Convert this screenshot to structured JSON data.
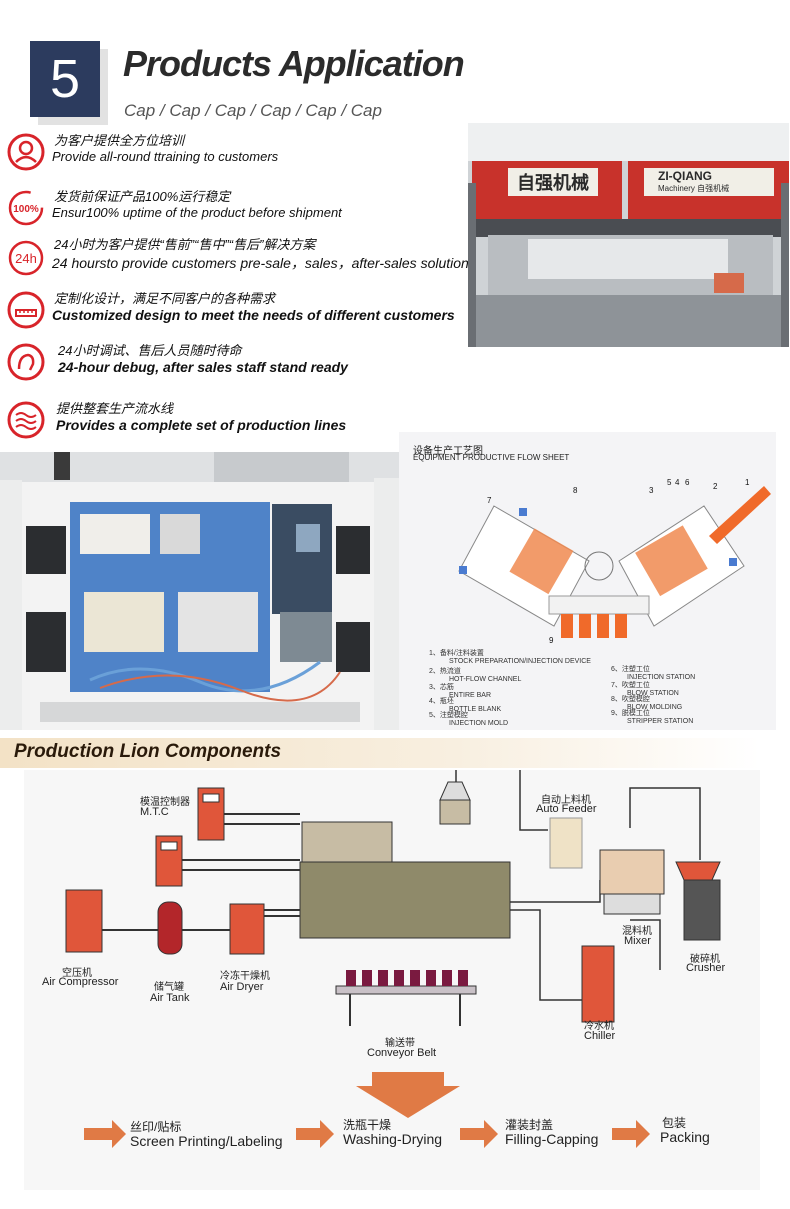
{
  "header": {
    "number": "5",
    "title": "Products Application",
    "subtitle": "Cap / Cap / Cap / Cap / Cap / Cap"
  },
  "features": [
    {
      "icon": "training-icon",
      "cn": "为客户提供全方位培训",
      "en": "Provide all-round ttraining to customers"
    },
    {
      "icon": "percent-100-icon",
      "cn": "发货前保证产品100%运行稳定",
      "en": "Ensur100% uptime of the product before shipment"
    },
    {
      "icon": "24h-icon",
      "cn": "24小时为客户提供“售前”“售中”“售后”解决方案",
      "en": "24 hoursto provide customers pre-sale，sales，after-sales solutions"
    },
    {
      "icon": "ruler-icon",
      "cn": "定制化设计，满足不同客户的各种需求",
      "en": "Customized design to meet the needs of different customers"
    },
    {
      "icon": "service-icon",
      "cn": "24小时调试、售后人员随时待命",
      "en": "24-hour debug, after sales staff stand ready"
    },
    {
      "icon": "line-icon",
      "cn": "提供整套生产流水线",
      "en": "Provides a complete set of production lines"
    }
  ],
  "machine_photo": {
    "sign_left": "自强机械",
    "sign_right_brand": "ZI-QIANG",
    "sign_right_sub": "Machinery 自强机械"
  },
  "flow_sheet": {
    "title_cn": "设备生产工艺图",
    "title_en": "EQUIPMENT PRODUCTIVE FLOW SHEET",
    "legend": [
      {
        "cn": "1、备料/注料装置",
        "en": "STOCK PREPARATION/INJECTION DEVICE"
      },
      {
        "cn": "2、热流道",
        "en": "HOT-FLOW CHANNEL"
      },
      {
        "cn": "3、芯筋",
        "en": "ENTIRE BAR"
      },
      {
        "cn": "4、瓶坯",
        "en": "BOTTLE BLANK"
      },
      {
        "cn": "5、注塑模腔",
        "en": "INJECTION MOLD"
      },
      {
        "cn": "6、注塑工位",
        "en": "INJECTION STATION"
      },
      {
        "cn": "7、吹塑工位",
        "en": "BLOW STATION"
      },
      {
        "cn": "8、吹塑模腔",
        "en": "BLOW MOLDING"
      },
      {
        "cn": "9、脱模工位",
        "en": "STRIPPER STATION"
      }
    ],
    "callouts": [
      "7",
      "8",
      "3",
      "5",
      "4",
      "6",
      "2",
      "1",
      "9"
    ]
  },
  "production": {
    "title": "Production Lion Components",
    "components": {
      "mtc": {
        "cn": "模温控制器",
        "en": "M.T.C"
      },
      "auto_feeder": {
        "cn": "自动上料机",
        "en": "Auto Feeder"
      },
      "air_compressor": {
        "cn": "空压机",
        "en": "Air Compressor"
      },
      "air_tank": {
        "cn": "储气罐",
        "en": "Air Tank"
      },
      "air_dryer": {
        "cn": "冷冻干燥机",
        "en": "Air Dryer"
      },
      "mixer": {
        "cn": "混料机",
        "en": "Mixer"
      },
      "crusher": {
        "cn": "破碎机",
        "en": "Crusher"
      },
      "chiller": {
        "cn": "冷水机",
        "en": "Chiller"
      },
      "conveyor": {
        "cn": "输送带",
        "en": "Conveyor Belt"
      }
    },
    "stages": [
      {
        "cn": "丝印/贴标",
        "en": "Screen Printing/Labeling"
      },
      {
        "cn": "洗瓶干燥",
        "en": "Washing-Drying"
      },
      {
        "cn": "灌装封盖",
        "en": "Filling-Capping"
      },
      {
        "cn": "包装",
        "en": "Packing"
      }
    ]
  },
  "colors": {
    "navy": "#2c3b5e",
    "red_icon": "#d8242a",
    "machine_red": "#c8322b",
    "panel_blue": "#4f83c8",
    "orange_equipment": "#e0563a",
    "flow_orange": "#f08a50"
  }
}
